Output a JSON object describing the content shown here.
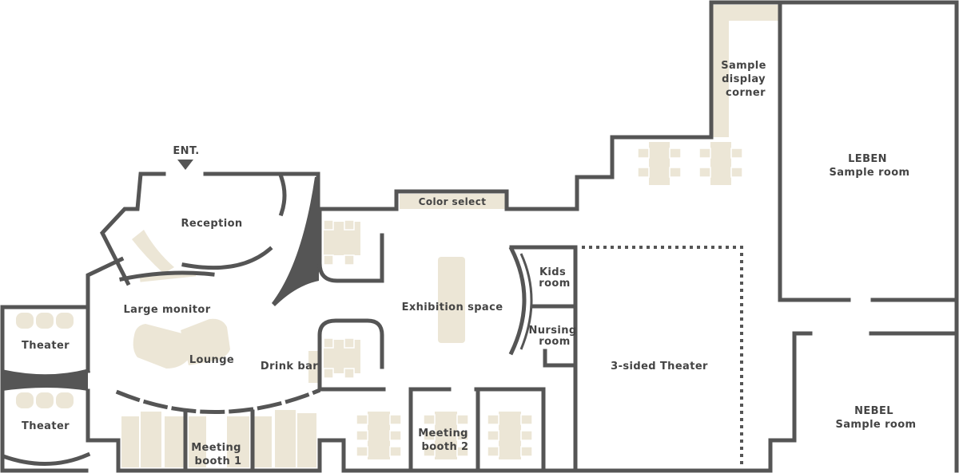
{
  "labels": {
    "entrance": "ENT.",
    "reception": "Reception",
    "large_monitor": "Large monitor",
    "lounge": "Lounge",
    "theater_top": "Theater",
    "theater_bottom": "Theater",
    "drink_bar": "Drink bar",
    "meeting_booth_1": [
      "Meeting",
      "booth 1"
    ],
    "meeting_booth_2": [
      "Meeting",
      "booth 2"
    ],
    "color_select": "Color select",
    "exhibition_space": "Exhibition space",
    "kids_room": [
      "Kids",
      "room"
    ],
    "nursing_room": [
      "Nursing",
      "room"
    ],
    "three_sided_theater": "3-sided Theater",
    "sample_display_corner": [
      "Sample",
      "display",
      "corner"
    ],
    "leben_sample_room": [
      "LEBEN",
      "Sample room"
    ],
    "nebel_sample_room": [
      "NEBEL",
      "Sample room"
    ]
  },
  "colors": {
    "wall": "#555555",
    "furniture": "#ece6d6",
    "text": "#444444",
    "background": "#ffffff"
  }
}
